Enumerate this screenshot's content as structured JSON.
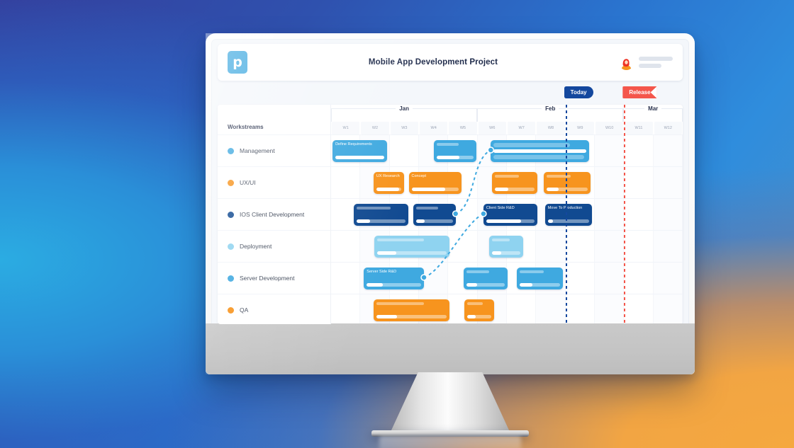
{
  "app": {
    "logo_text": "p",
    "logo_color": "#3fa9e0",
    "title": "Mobile App Development Project",
    "avatar_name": "user-avatar"
  },
  "gantt": {
    "workstreams_header": "Workstreams",
    "markers": [
      {
        "label": "Today",
        "color": "#14489e",
        "at_week": 8
      },
      {
        "label": "Release",
        "color": "#f4564b",
        "at_week": 10
      }
    ],
    "months": [
      {
        "label": "Jan",
        "weeks": 5
      },
      {
        "label": "Feb",
        "weeks": 5
      },
      {
        "label": "Mar",
        "weeks": 2
      }
    ],
    "weeks": [
      "W1",
      "W2",
      "W3",
      "W4",
      "W5",
      "W6",
      "W7",
      "W8",
      "W9",
      "W10",
      "W11",
      "W12"
    ],
    "rows": [
      {
        "label": "Management",
        "color": "#3fa9e0",
        "tasks": [
          {
            "name": "Define Requirements",
            "start": 0.05,
            "span": 1.85,
            "color": "#3fa9e0",
            "progress": 100,
            "style": "labeled"
          },
          {
            "name": "",
            "start": 3.5,
            "span": 1.45,
            "color": "#3fa9e0",
            "progress": 62,
            "style": "placeholder"
          },
          {
            "name": "",
            "start": 5.45,
            "span": 3.35,
            "color": "#3fa9e0",
            "progress": 0,
            "style": "group"
          }
        ]
      },
      {
        "label": "UX/UI",
        "color": "#f7941e",
        "tasks": [
          {
            "name": "UX Research",
            "start": 1.45,
            "span": 1.05,
            "color": "#f7941e",
            "progress": 92,
            "style": "labeled"
          },
          {
            "name": "Concept",
            "start": 2.65,
            "span": 1.8,
            "color": "#f7941e",
            "progress": 72,
            "style": "labeled"
          },
          {
            "name": "",
            "start": 5.5,
            "span": 1.55,
            "color": "#f7941e",
            "progress": 34,
            "style": "placeholder"
          },
          {
            "name": "",
            "start": 7.25,
            "span": 1.6,
            "color": "#f7941e",
            "progress": 30,
            "style": "placeholder"
          }
        ]
      },
      {
        "label": "IOS Client Development",
        "color": "#114a91",
        "tasks": [
          {
            "name": "",
            "start": 0.78,
            "span": 1.85,
            "color": "#114a91",
            "progress": 28,
            "style": "placeholder"
          },
          {
            "name": "",
            "start": 2.8,
            "span": 1.45,
            "color": "#114a91",
            "progress": 23,
            "style": "placeholder"
          },
          {
            "name": "Client Side R&D",
            "start": 5.2,
            "span": 1.85,
            "color": "#114a91",
            "progress": 72,
            "style": "labeled"
          },
          {
            "name": "Move To Production",
            "start": 7.3,
            "span": 1.6,
            "color": "#114a91",
            "progress": 12,
            "style": "labeled"
          }
        ]
      },
      {
        "label": "Deployment",
        "color": "#8fd3f0",
        "tasks": [
          {
            "name": "",
            "start": 1.48,
            "span": 2.55,
            "color": "#8fd3f0",
            "progress": 28,
            "style": "placeholder"
          },
          {
            "name": "",
            "start": 5.4,
            "span": 1.15,
            "color": "#8fd3f0",
            "progress": 33,
            "style": "placeholder"
          }
        ]
      },
      {
        "label": "Server Development",
        "color": "#3fa9e0",
        "tasks": [
          {
            "name": "Server Side R&D",
            "start": 1.12,
            "span": 2.05,
            "color": "#3fa9e0",
            "progress": 30,
            "style": "labeled"
          },
          {
            "name": "",
            "start": 4.52,
            "span": 1.5,
            "color": "#3fa9e0",
            "progress": 28,
            "style": "placeholder"
          },
          {
            "name": "",
            "start": 6.35,
            "span": 1.55,
            "color": "#3fa9e0",
            "progress": 32,
            "style": "placeholder"
          }
        ]
      },
      {
        "label": "QA",
        "color": "#f7941e",
        "tasks": [
          {
            "name": "",
            "start": 1.45,
            "span": 2.6,
            "color": "#f7941e",
            "progress": 29,
            "style": "placeholder"
          },
          {
            "name": "",
            "start": 4.55,
            "span": 1.02,
            "color": "#f7941e",
            "progress": 36,
            "style": "placeholder"
          }
        ]
      }
    ],
    "dependencies": [
      {
        "from_row": 2,
        "from_week": 4.25,
        "to_row": 0,
        "to_week": 5.45
      },
      {
        "from_row": 4,
        "from_week": 3.17,
        "to_row": 2,
        "to_week": 5.2
      }
    ]
  }
}
